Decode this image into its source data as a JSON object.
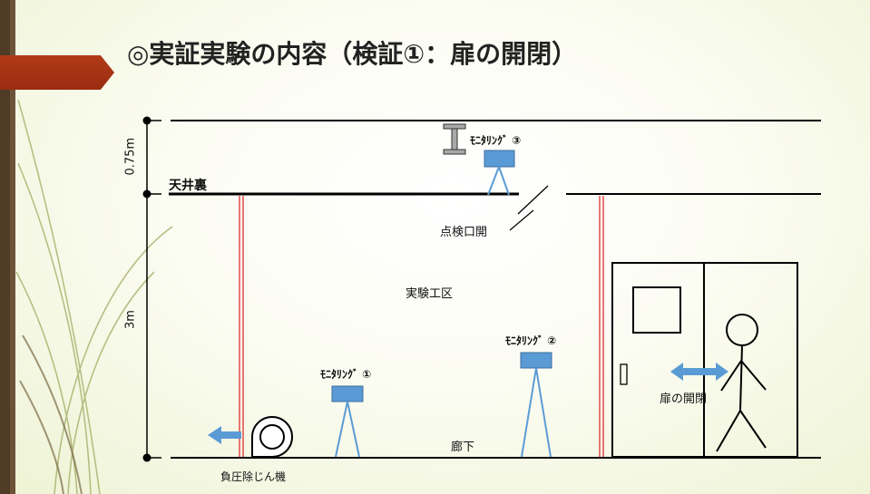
{
  "title": "◎実証実験の内容（検証①：扉の開閉）",
  "dimensions": {
    "top_gap": "0.75m",
    "room_height": "3m"
  },
  "labels": {
    "ceiling_space": "天井裏",
    "inspection_opening": "点検口開",
    "work_area": "実験工区",
    "corridor": "廊下",
    "door_open_close": "扉の開閉",
    "negative_pressure_unit": "負圧除じん機"
  },
  "monitoring": {
    "m1": "ﾓﾆﾀﾘﾝｸﾞ ①",
    "m2": "ﾓﾆﾀﾘﾝｸﾞ ②",
    "m3": "ﾓﾆﾀﾘﾝｸﾞ ③"
  },
  "colors": {
    "accent": "#a83214",
    "monitor": "#5b9bd5",
    "wall_red": "#e03030",
    "arrow": "#5b9bd5"
  }
}
